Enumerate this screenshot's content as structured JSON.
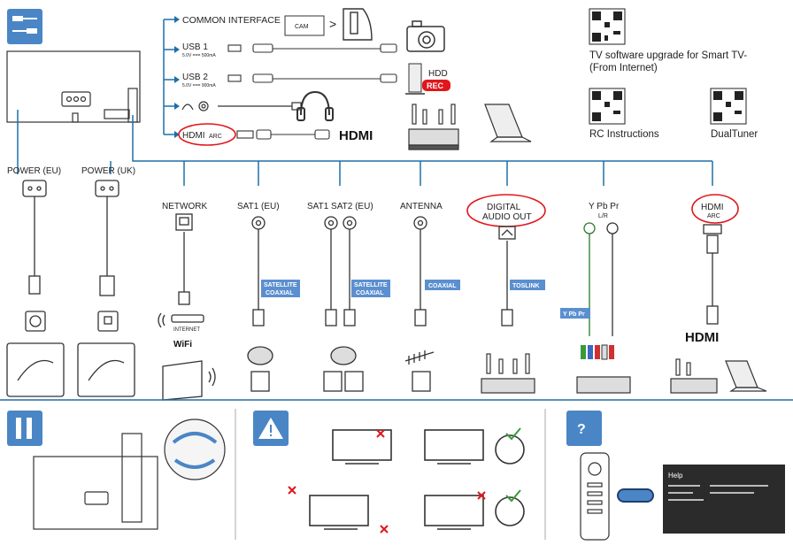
{
  "top_ports": {
    "common_interface": "COMMON INTERFACE",
    "cam": "CAM",
    "usb1": "USB 1",
    "usb1_spec": "5.0V === 500mA",
    "usb2": "USB 2",
    "usb2_spec": "5.0V === 900mA",
    "hdmi_arc_main": "HDMI",
    "hdmi_arc_sub": "ARC",
    "hdd": "HDD",
    "rec": "REC",
    "hdmi_logo": "HDMI"
  },
  "qr_captions": {
    "software_line1": "TV software upgrade for Smart TV-",
    "software_line2": "(From Internet)",
    "rc": "RC Instructions",
    "dual": "DualTuner"
  },
  "bottom_connections": {
    "power_eu": "POWER (EU)",
    "power_uk": "POWER (UK)",
    "network": "NETWORK",
    "internet": "INTERNET",
    "wifi": "WiFi",
    "sat1": "SAT1 (EU)",
    "sat1_sat2": "SAT1 SAT2 (EU)",
    "antenna": "ANTENNA",
    "digital_line1": "DIGITAL",
    "digital_line2": "AUDIO OUT",
    "ypbpr": "Y Pb Pr",
    "lr": "L/R",
    "hdmi_arc_main": "HDMI",
    "hdmi_arc_sub": "ARC",
    "hdmi_logo": "HDMI"
  },
  "cable_tags": {
    "satellite1": "SATELLITE",
    "coaxial1": "COAXIAL",
    "satellite2": "SATELLITE",
    "coaxial2": "COAXIAL",
    "coaxial3": "COAXIAL",
    "toslink": "TOSLINK",
    "ypbpr_tag": "Y Pb Pr"
  },
  "help_panel": {
    "title": "Help"
  },
  "colors": {
    "accent_blue": "#1f6fa8",
    "icon_blue": "#4a86c5",
    "annotation_red": "#e0161b",
    "tag_blue": "#5b8fcf"
  }
}
